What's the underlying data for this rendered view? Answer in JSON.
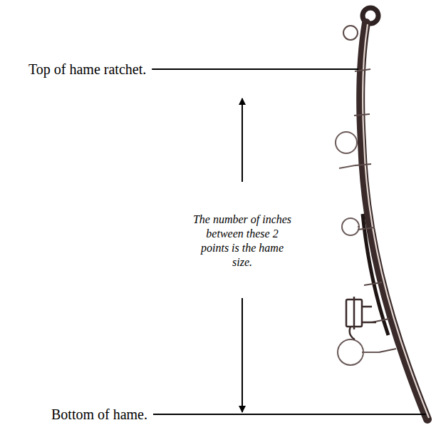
{
  "diagram": {
    "labels": [
      "Top of hame ratchet.",
      "Bottom of hame.",
      "The number of inches between these 2 points is the hame size."
    ]
  }
}
